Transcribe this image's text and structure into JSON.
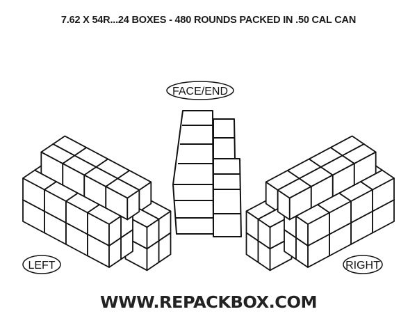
{
  "title": "7.62 X 54R...24 BOXES - 480 ROUNDS PACKED IN .50 CAL CAN",
  "views": {
    "left": "LEFT",
    "face_end": "FACE/END",
    "right": "RIGHT"
  },
  "website": "WWW.REPACKBOX.COM"
}
